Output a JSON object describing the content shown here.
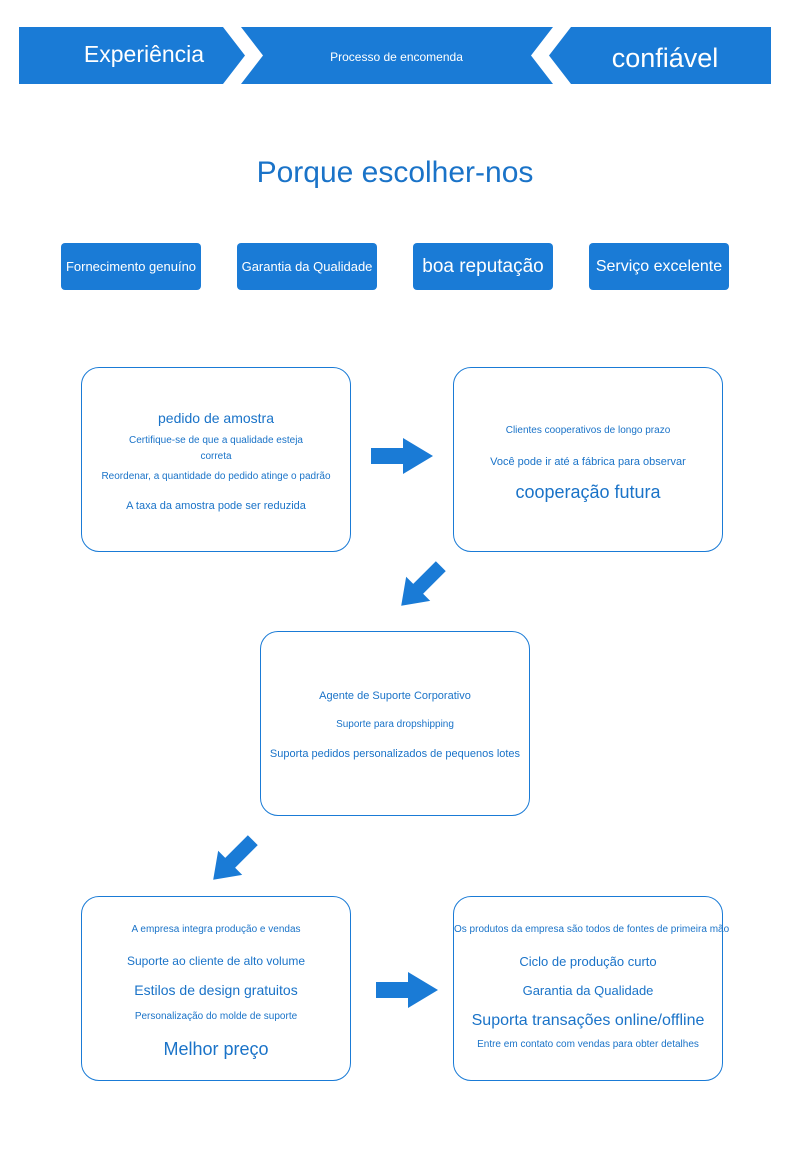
{
  "banner": {
    "left": "Experiência",
    "middle": "Processo de encomenda",
    "right": "confiável"
  },
  "title": "Porque escolher-nos",
  "tags": [
    "Fornecimento genuíno",
    "Garantia da Qualidade",
    "boa reputação",
    "Serviço excelente"
  ],
  "cards": {
    "sample": {
      "heading": "pedido de amostra",
      "line1a": "Certifique-se de que a qualidade esteja",
      "line1b": "correta",
      "line2": "Reordenar, a quantidade do pedido atinge o padrão",
      "line3": "A taxa da amostra pode ser reduzida"
    },
    "cooperation": {
      "line1": "Clientes cooperativos de longo prazo",
      "line2": "Você pode ir até a fábrica para observar",
      "heading": "cooperação futura"
    },
    "support": {
      "line1": "Agente de Suporte Corporativo",
      "line2": "Suporte para dropshipping",
      "line3": "Suporta pedidos personalizados de pequenos lotes"
    },
    "price": {
      "line1": "A empresa integra produção e vendas",
      "line2": "Suporte ao cliente de alto volume",
      "line3": "Estilos de design gratuitos",
      "line4": "Personalização do molde de suporte",
      "heading": "Melhor preço"
    },
    "production": {
      "line1": "Os produtos da empresa são todos de fontes de primeira mão",
      "line2": "Ciclo de produção curto",
      "line3": "Garantia da Qualidade",
      "line4": "Suporta transações online/offline",
      "line5": "Entre em contato com vendas para obter detalhes"
    }
  },
  "colors": {
    "accent": "#1a7bd6",
    "text": "#1a73c8",
    "background": "#ffffff"
  }
}
